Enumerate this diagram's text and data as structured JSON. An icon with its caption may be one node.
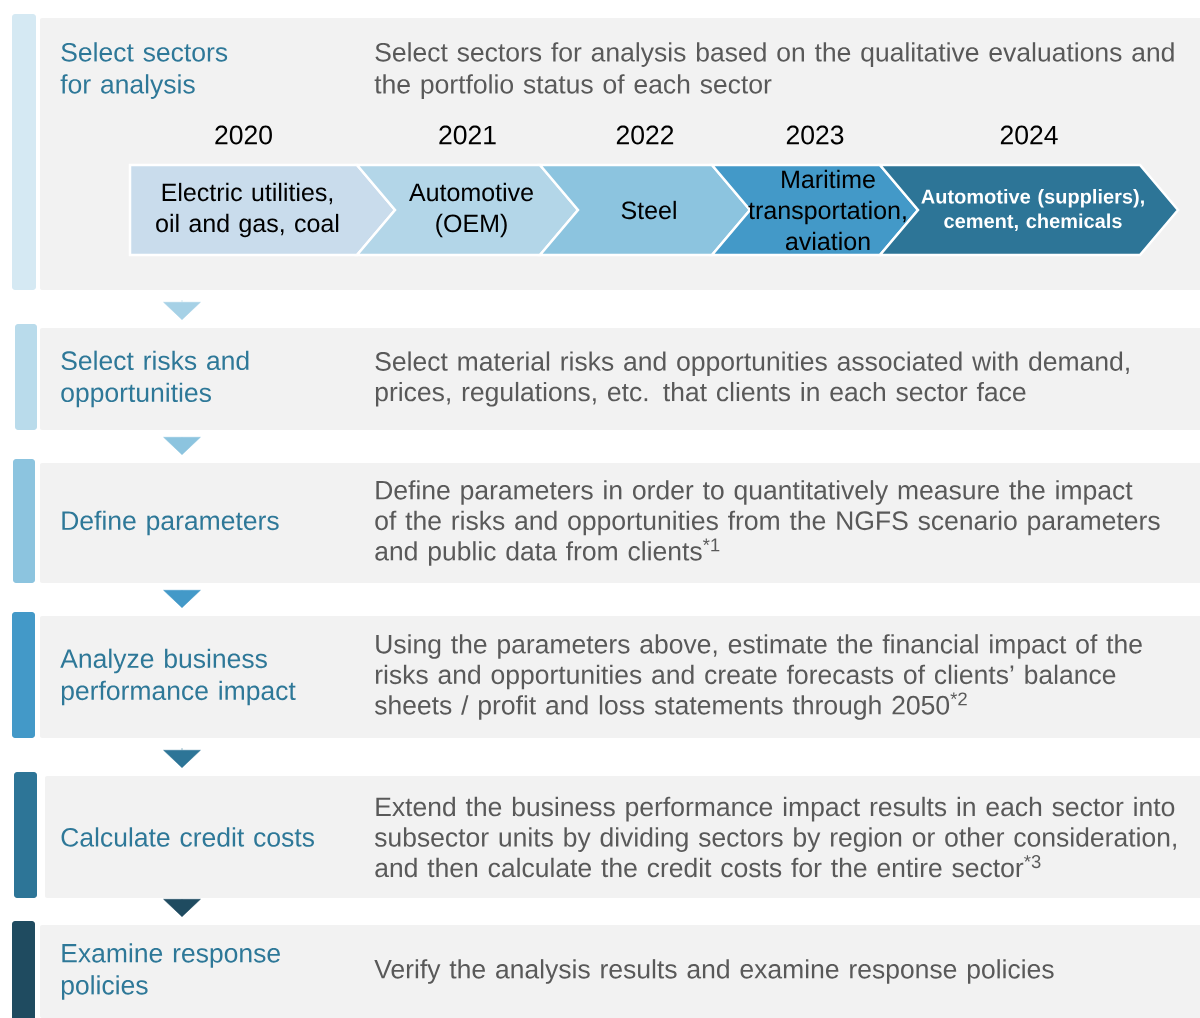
{
  "diagram": {
    "nodes": [
      {
        "text": [
          "Select sectors for analysis",
          "Select sectors for analysis based on the qualitative evaluations and the portfolio status of each sector"
        ]
      },
      {
        "text": [
          "Electric utilities, oil and gas, coal"
        ],
        "in": 0,
        "beside": [
          "2020"
        ]
      },
      {
        "text": [
          "Automotive (OEM)"
        ],
        "in": 0,
        "beside": [
          "2021"
        ]
      },
      {
        "text": [
          "Steel"
        ],
        "in": 0,
        "beside": [
          "2022"
        ]
      },
      {
        "text": [
          "Maritime transportation, aviation"
        ],
        "in": 0,
        "beside": [
          "2023"
        ]
      },
      {
        "text": [
          "Automotive (suppliers), cement, chemicals"
        ],
        "in": 0,
        "beside": [
          "2024"
        ]
      },
      {
        "text": [
          "Select risks and opportunities",
          "Select material risks and opportunities associated with demand, prices, regulations, etc. that clients in each sector face"
        ]
      },
      {
        "text": [
          "Define parameters",
          "Define parameters in order to quantitatively measure the impact of the risks and opportunities from the NGFS scenario parameters and public data from clients$^{*1}$"
        ]
      },
      {
        "text": [
          "Analyze business performance impact",
          "Using the parameters above, estimate the financial impact of the risks and opportunities and create forecasts of clients’ balance sheets / profit and loss statements through 2050$^{*2}$"
        ]
      },
      {
        "text": [
          "Calculate credit costs",
          "Extend the business performance impact results in each sector into subsector units by dividing sectors by region or other consideration, and then calculate the credit costs for the entire sector$^{*3}$"
        ]
      },
      {
        "text": [
          "Examine response policies",
          "Verify the analysis results and examine response policies"
        ]
      },
      {
        "text": [],
        "shape": "bar"
      },
      {
        "text": [],
        "shape": "bar"
      },
      {
        "text": [],
        "shape": "bar"
      },
      {
        "text": [],
        "shape": "bar"
      },
      {
        "text": [],
        "shape": "bar"
      },
      {
        "text": [],
        "shape": "bar"
      }
    ],
    "edges": [
      {
        "from": 0,
        "to": 6,
        "arrow": "to",
        "color": "#a6d1e6"
      },
      {
        "from": 6,
        "to": 7,
        "arrow": "to",
        "color": "#8cc4df"
      },
      {
        "from": 7,
        "to": 8,
        "arrow": "to",
        "color": "#4399c8"
      },
      {
        "from": 8,
        "to": 9,
        "arrow": "to",
        "color": "#2d7597"
      },
      {
        "from": 9,
        "to": 10,
        "arrow": "to",
        "color": "#1f4b60"
      }
    ]
  }
}
